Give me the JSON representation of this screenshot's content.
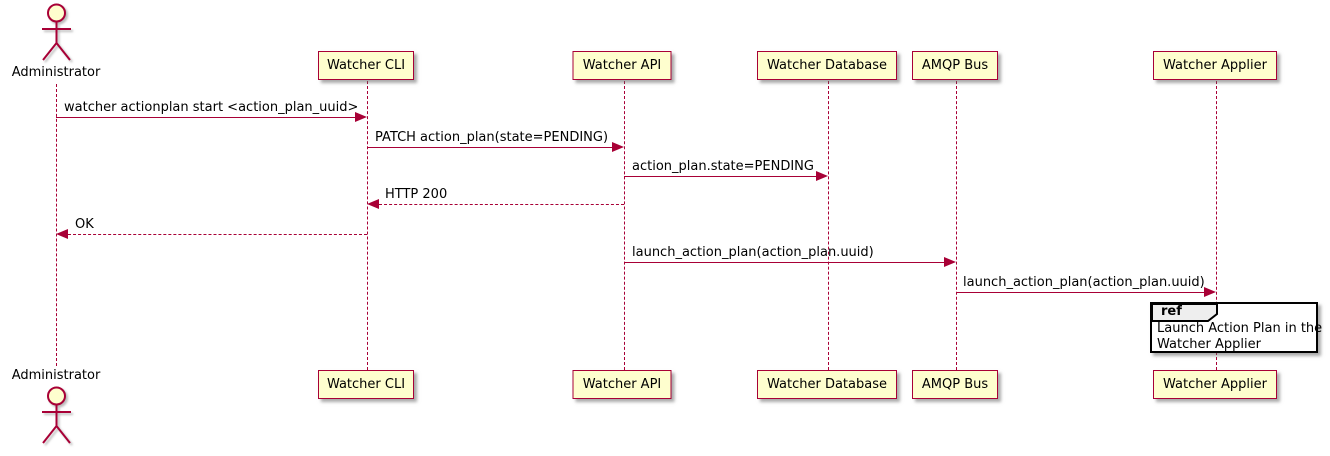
{
  "diagram": {
    "type": "uml-sequence",
    "actors": [
      {
        "name": "Administrator"
      }
    ],
    "participants": [
      {
        "label": "Watcher CLI"
      },
      {
        "label": "Watcher API"
      },
      {
        "label": "Watcher Database"
      },
      {
        "label": "AMQP Bus"
      },
      {
        "label": "Watcher Applier"
      }
    ],
    "messages": [
      {
        "from": "Administrator",
        "to": "Watcher CLI",
        "label": "watcher actionplan start <action_plan_uuid>",
        "style": "solid",
        "direction": "right"
      },
      {
        "from": "Watcher CLI",
        "to": "Watcher API",
        "label": "PATCH action_plan(state=PENDING)",
        "style": "solid",
        "direction": "right"
      },
      {
        "from": "Watcher API",
        "to": "Watcher Database",
        "label": "action_plan.state=PENDING",
        "style": "solid",
        "direction": "right"
      },
      {
        "from": "Watcher API",
        "to": "Watcher CLI",
        "label": "HTTP 200",
        "style": "dashed",
        "direction": "left"
      },
      {
        "from": "Watcher CLI",
        "to": "Administrator",
        "label": "OK",
        "style": "dashed",
        "direction": "left"
      },
      {
        "from": "Watcher API",
        "to": "AMQP Bus",
        "label": "launch_action_plan(action_plan.uuid)",
        "style": "solid",
        "direction": "right"
      },
      {
        "from": "AMQP Bus",
        "to": "Watcher Applier",
        "label": "launch_action_plan(action_plan.uuid)",
        "style": "solid",
        "direction": "right"
      }
    ],
    "ref": {
      "keyword": "ref",
      "over": "Watcher Applier",
      "lines": [
        "Launch Action Plan in the",
        "Watcher Applier"
      ]
    },
    "colors": {
      "line": "#A80036",
      "participant_fill": "#FEFECE",
      "ref_header_fill": "#EEEEEE",
      "ref_border": "#000000",
      "background": "#FFFFFF"
    }
  }
}
